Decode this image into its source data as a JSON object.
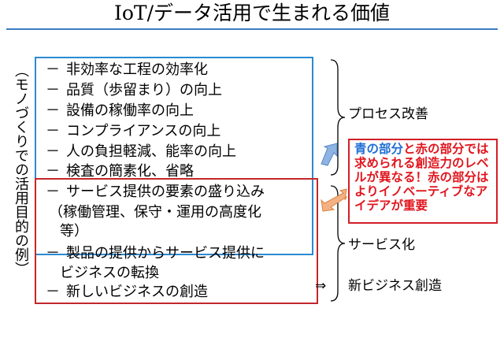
{
  "title": "IoT/データ活用で生まれる価値",
  "vertical_label": "（モノづくりでの活用目的の例）",
  "dash": "－",
  "items": [
    "非効率な工程の効率化",
    "品質（歩留まり）の向上",
    "設備の稼働率の向上",
    "コンプライアンスの向上",
    "人の負担軽減、能率の向上",
    "検査の簡素化、省略",
    "サービス提供の要素の盛り込み",
    "（稼働管理、保守・運用の高度化",
    "等）",
    "製品の提供からサービス提供に",
    "ビジネスの転換",
    "新しいビジネスの創造"
  ],
  "side_labels": {
    "process": "プロセス改善",
    "service": "サービス化",
    "new_business": "新ビジネス創造",
    "new_business_arrow": "⇒"
  },
  "callout": {
    "part_blue": "青の部分",
    "part_connector": "と",
    "part_red": "赤の部分",
    "rest": "では求められる創造力のレベルが異なる！赤の部分はよりイノベーティブなアイデアが重要"
  },
  "colors": {
    "blue_box": "#2b8ad0",
    "red_box": "#c3272b",
    "title_rule": "#3a7cc2",
    "callout_text": "#e0161e",
    "callout_blue": "#1f6fd6"
  }
}
